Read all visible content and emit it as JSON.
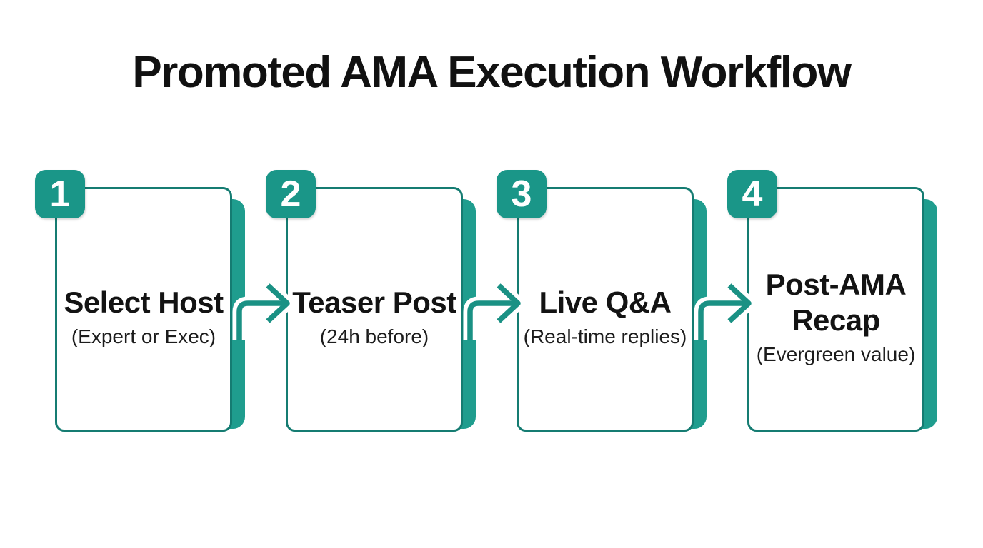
{
  "title": "Promoted AMA Execution Workflow",
  "colors": {
    "badge": "#1A9688",
    "card_border": "#157C72",
    "shadow": "#1F9D8E",
    "arrow": "#1A9184",
    "title_text": "#111111"
  },
  "steps": [
    {
      "number": "1",
      "title": "Select Host",
      "subtitle": "(Expert or Exec)"
    },
    {
      "number": "2",
      "title": "Teaser Post",
      "subtitle": "(24h before)"
    },
    {
      "number": "3",
      "title": "Live Q&A",
      "subtitle": "(Real-time replies)"
    },
    {
      "number": "4",
      "title": "Post-AMA Recap",
      "subtitle": "(Evergreen value)"
    }
  ],
  "arrow_icon": "right-elbow-arrow"
}
